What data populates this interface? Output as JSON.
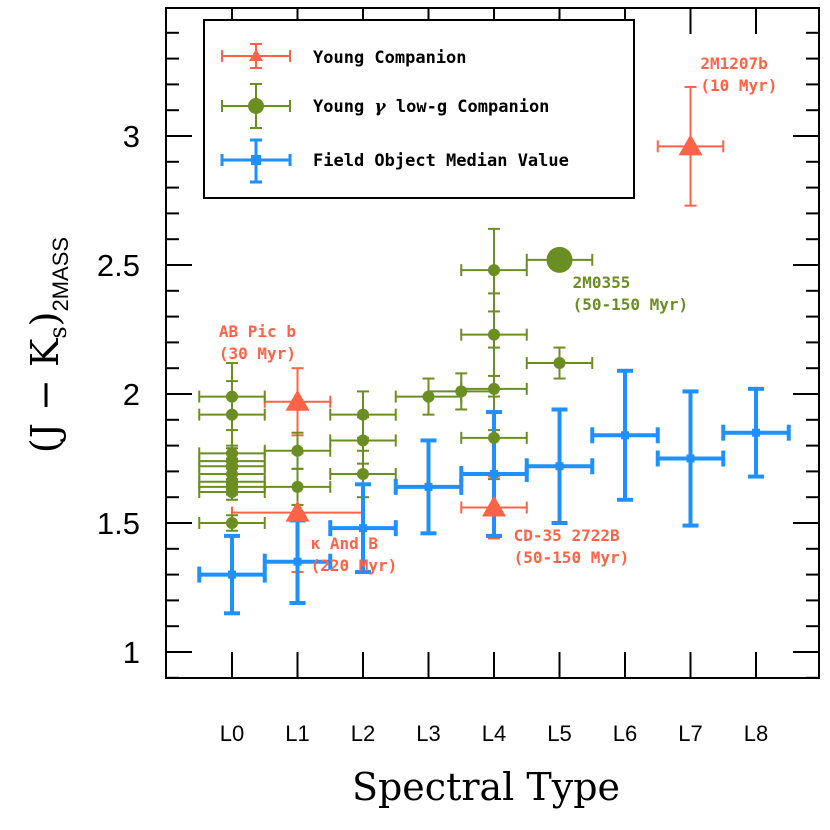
{
  "chart_data": {
    "type": "scatter",
    "title": "",
    "xlabel": "Spectral Type",
    "ylabel": "(J − K",
    "ylabel_sub_s": "s",
    "ylabel_close": ")",
    "ylabel_sub_2mass": "2MASS",
    "xlim": [
      -1,
      9
    ],
    "ylim": [
      0.9,
      3.5
    ],
    "x_tick_labels": [
      "L0",
      "L1",
      "L2",
      "L3",
      "L4",
      "L5",
      "L6",
      "L7",
      "L8"
    ],
    "y_ticks": [
      1,
      1.5,
      2,
      2.5,
      3
    ],
    "y_tick_labels": [
      "1",
      "1.5",
      "2",
      "2.5",
      "3"
    ],
    "grid": false,
    "legend_position": "top-left",
    "legend": {
      "young": "Young Companion",
      "gamma_prefix": "Young ",
      "gamma_symbol": "γ",
      "gamma_suffix": " low-g Companion",
      "field": "Field Object Median Value"
    },
    "colors": {
      "young": "#FF6347",
      "gamma": "#6B8E23",
      "field": "#1E90FF"
    },
    "series": [
      {
        "name": "Young Companion",
        "marker": "triangle",
        "points": [
          {
            "x": 1,
            "y": 1.97,
            "xerr": 0.5,
            "yerr": 0.13
          },
          {
            "x": 1,
            "y": 1.54,
            "xerr": 1.0,
            "yerr": 0.23
          },
          {
            "x": 4,
            "y": 1.56,
            "xerr": 0.5,
            "yerr": 0.12
          },
          {
            "x": 7,
            "y": 2.96,
            "xerr": 0.5,
            "yerr": 0.23
          }
        ]
      },
      {
        "name": "Young γ low-g Companion",
        "marker": "circle",
        "points": [
          {
            "x": 0,
            "y": 1.99,
            "xerr": 0.5,
            "yerr": 0.13
          },
          {
            "x": 0,
            "y": 1.92,
            "xerr": 0.5,
            "yerr": 0.13
          },
          {
            "x": 0,
            "y": 1.77,
            "xerr": 0.5,
            "yerr": 0.03
          },
          {
            "x": 0,
            "y": 1.74,
            "xerr": 0.5,
            "yerr": 0.03
          },
          {
            "x": 0,
            "y": 1.72,
            "xerr": 0.5,
            "yerr": 0.03
          },
          {
            "x": 0,
            "y": 1.69,
            "xerr": 0.5,
            "yerr": 0.03
          },
          {
            "x": 0,
            "y": 1.66,
            "xerr": 0.5,
            "yerr": 0.03
          },
          {
            "x": 0,
            "y": 1.64,
            "xerr": 0.5,
            "yerr": 0.03
          },
          {
            "x": 0,
            "y": 1.62,
            "xerr": 0.5,
            "yerr": 0.03
          },
          {
            "x": 0,
            "y": 1.5,
            "xerr": 0.5,
            "yerr": 0.03
          },
          {
            "x": 1,
            "y": 1.78,
            "xerr": 0.5,
            "yerr": 0.07
          },
          {
            "x": 1,
            "y": 1.64,
            "xerr": 0.5,
            "yerr": 0.07
          },
          {
            "x": 2,
            "y": 1.92,
            "xerr": 0.5,
            "yerr": 0.09
          },
          {
            "x": 2,
            "y": 1.82,
            "xerr": 0.5,
            "yerr": 0.09
          },
          {
            "x": 2,
            "y": 1.69,
            "xerr": 0.5,
            "yerr": 0.09
          },
          {
            "x": 3,
            "y": 1.99,
            "xerr": 0.5,
            "yerr": 0.07
          },
          {
            "x": 3.5,
            "y": 2.01,
            "xerr": 0.5,
            "yerr": 0.07
          },
          {
            "x": 4,
            "y": 2.48,
            "xerr": 0.5,
            "yerr": 0.16
          },
          {
            "x": 4,
            "y": 2.23,
            "xerr": 0.5,
            "yerr": 0.16
          },
          {
            "x": 4,
            "y": 2.02,
            "xerr": 0.5,
            "yerr": 0.16
          },
          {
            "x": 4,
            "y": 1.83,
            "xerr": 0.5,
            "yerr": 0.16
          },
          {
            "x": 5,
            "y": 2.12,
            "xerr": 0.5,
            "yerr": 0.06
          },
          {
            "x": 5,
            "y": 2.52,
            "xerr": 0.5,
            "yerr": 0.0,
            "large": true
          }
        ]
      },
      {
        "name": "Field Object Median Value",
        "marker": "square",
        "points": [
          {
            "x": 0,
            "y": 1.3,
            "xerr": 0.5,
            "yerr": 0.15
          },
          {
            "x": 1,
            "y": 1.35,
            "xerr": 0.5,
            "yerr": 0.16
          },
          {
            "x": 2,
            "y": 1.48,
            "xerr": 0.5,
            "yerr": 0.17
          },
          {
            "x": 3,
            "y": 1.64,
            "xerr": 0.5,
            "yerr": 0.18
          },
          {
            "x": 4,
            "y": 1.69,
            "xerr": 0.5,
            "yerr": 0.24
          },
          {
            "x": 5,
            "y": 1.72,
            "xerr": 0.5,
            "yerr": 0.22
          },
          {
            "x": 6,
            "y": 1.84,
            "xerr": 0.5,
            "yerr": 0.25
          },
          {
            "x": 7,
            "y": 1.75,
            "xerr": 0.5,
            "yerr": 0.26
          },
          {
            "x": 8,
            "y": 1.85,
            "xerr": 0.5,
            "yerr": 0.17
          }
        ]
      }
    ],
    "annotations": [
      {
        "lines": [
          "2M1207b",
          "(10 Myr)"
        ],
        "color": "young",
        "x": 7.15,
        "y": 3.26
      },
      {
        "lines": [
          "AB Pic b",
          "(30 Myr)"
        ],
        "color": "young",
        "x": -0.2,
        "y": 2.22
      },
      {
        "lines": [
          "κ And B",
          "(220 Myr)"
        ],
        "color": "young",
        "x": 1.2,
        "y": 1.4
      },
      {
        "lines": [
          "CD-35 2722B",
          "(50-150 Myr)"
        ],
        "color": "young",
        "x": 4.3,
        "y": 1.43
      },
      {
        "lines": [
          "2M0355",
          "(50-150 Myr)"
        ],
        "color": "gamma",
        "x": 5.2,
        "y": 2.41
      }
    ]
  }
}
